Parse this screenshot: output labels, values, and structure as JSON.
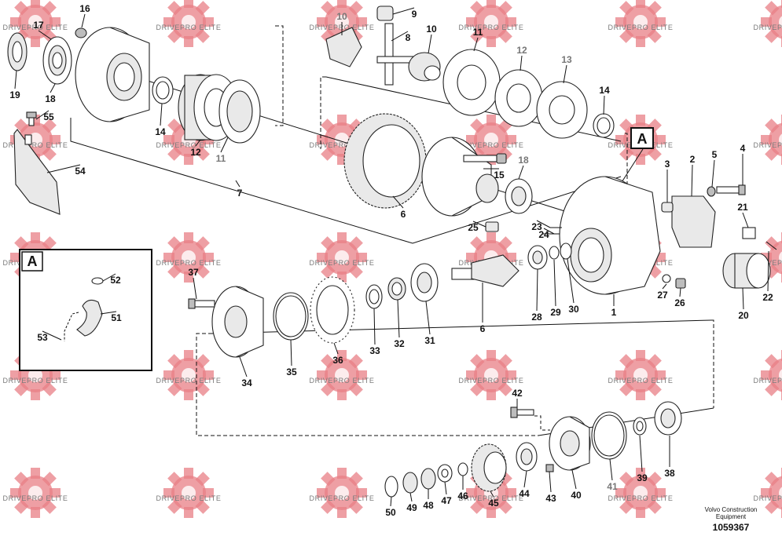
{
  "watermark": {
    "text": "DRIVEPRO ELITE"
  },
  "footer": {
    "line1": "Volvo Construction",
    "line2": "Equipment",
    "id": "1059367"
  },
  "detail_label": "A",
  "callouts": [
    {
      "n": "1"
    },
    {
      "n": "2"
    },
    {
      "n": "3"
    },
    {
      "n": "4"
    },
    {
      "n": "5"
    },
    {
      "n": "6"
    },
    {
      "n": "6"
    },
    {
      "n": "7"
    },
    {
      "n": "8"
    },
    {
      "n": "9"
    },
    {
      "n": "10"
    },
    {
      "n": "10"
    },
    {
      "n": "11"
    },
    {
      "n": "11"
    },
    {
      "n": "12"
    },
    {
      "n": "12"
    },
    {
      "n": "13"
    },
    {
      "n": "14"
    },
    {
      "n": "14"
    },
    {
      "n": "15"
    },
    {
      "n": "16"
    },
    {
      "n": "17"
    },
    {
      "n": "18"
    },
    {
      "n": "18"
    },
    {
      "n": "19"
    },
    {
      "n": "20"
    },
    {
      "n": "21"
    },
    {
      "n": "22"
    },
    {
      "n": "23"
    },
    {
      "n": "24"
    },
    {
      "n": "25"
    },
    {
      "n": "26"
    },
    {
      "n": "27"
    },
    {
      "n": "28"
    },
    {
      "n": "29"
    },
    {
      "n": "30"
    },
    {
      "n": "31"
    },
    {
      "n": "32"
    },
    {
      "n": "33"
    },
    {
      "n": "34"
    },
    {
      "n": "35"
    },
    {
      "n": "36"
    },
    {
      "n": "37"
    },
    {
      "n": "38"
    },
    {
      "n": "39"
    },
    {
      "n": "40"
    },
    {
      "n": "41"
    },
    {
      "n": "42"
    },
    {
      "n": "43"
    },
    {
      "n": "44"
    },
    {
      "n": "45"
    },
    {
      "n": "46"
    },
    {
      "n": "47"
    },
    {
      "n": "48"
    },
    {
      "n": "49"
    },
    {
      "n": "50"
    },
    {
      "n": "51"
    },
    {
      "n": "52"
    },
    {
      "n": "53"
    },
    {
      "n": "54"
    },
    {
      "n": "55"
    }
  ]
}
